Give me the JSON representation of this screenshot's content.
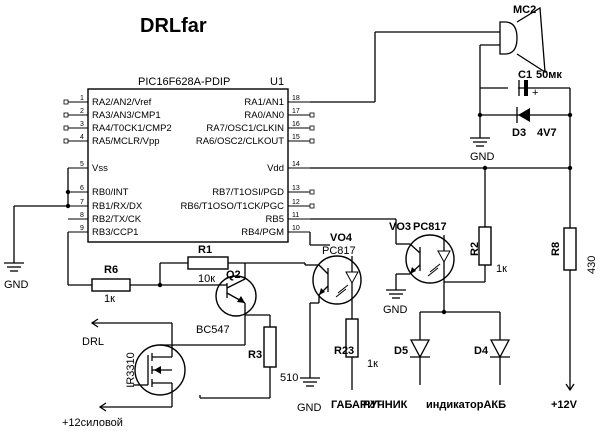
{
  "title": "DRLfar",
  "ic": {
    "name": "PIC16F628A-PDIP",
    "ref": "U1",
    "left_pins": [
      {
        "num": "1",
        "label": "RA2/AN2/Vref"
      },
      {
        "num": "2",
        "label": "RA3/AN3/CMP1"
      },
      {
        "num": "3",
        "label": "RA4/T0CK1/CMP2"
      },
      {
        "num": "4",
        "label": "RA5/MCLR/Vpp"
      },
      {
        "num": "5",
        "label": "Vss"
      },
      {
        "num": "6",
        "label": "RB0/INT"
      },
      {
        "num": "7",
        "label": "RB1/RX/DX"
      },
      {
        "num": "8",
        "label": "RB2/TX/CK"
      },
      {
        "num": "9",
        "label": "RB3/CCP1"
      }
    ],
    "right_pins": [
      {
        "num": "18",
        "label": "RA1/AN1"
      },
      {
        "num": "17",
        "label": "RA0/AN0"
      },
      {
        "num": "16",
        "label": "RA7/OSC1/CLKIN"
      },
      {
        "num": "15",
        "label": "RA6/OSC2/CLKOUT"
      },
      {
        "num": "14",
        "label": "Vdd"
      },
      {
        "num": "13",
        "label": "RB7/T1OSI/PGD"
      },
      {
        "num": "12",
        "label": "RB6/T1OSO/T1CK/PGC"
      },
      {
        "num": "11",
        "label": "RB5"
      },
      {
        "num": "10",
        "label": "RB4/PGM"
      }
    ]
  },
  "components": {
    "speaker": {
      "ref": "MC2"
    },
    "c1": {
      "ref": "C1",
      "value": "50мк"
    },
    "d3": {
      "ref": "D3",
      "value": "4V7"
    },
    "gnd_top": {
      "label": "GND"
    },
    "gnd_left": {
      "label": "GND"
    },
    "gnd_vo3": {
      "label": "GND"
    },
    "gnd_bottom": {
      "label": "GND"
    },
    "r1": {
      "ref": "R1",
      "value": "10к"
    },
    "r6": {
      "ref": "R6",
      "value": "1к"
    },
    "q2": {
      "ref": "Q2",
      "value": "BC547"
    },
    "vo4": {
      "ref": "VO4",
      "value": "PC817"
    },
    "vo3": {
      "ref": "VO3",
      "value": "PC817"
    },
    "r2": {
      "ref": "R2",
      "value": "1к"
    },
    "r8": {
      "ref": "R8",
      "value": "430"
    },
    "r3": {
      "ref": "R3",
      "value": "510"
    },
    "r23": {
      "ref": "R23",
      "value": "1к"
    },
    "d5": {
      "ref": "D5"
    },
    "d4": {
      "ref": "D4"
    },
    "mosfet": {
      "ref": "IR3310"
    }
  },
  "nets": {
    "drl": "DRL",
    "plus12_power": "+12силовой",
    "gabarit": "ГАБАРИТ",
    "ruchnik": "РУЧНИК",
    "indicator": "индикаторАКБ",
    "plus12v": "+12V"
  }
}
